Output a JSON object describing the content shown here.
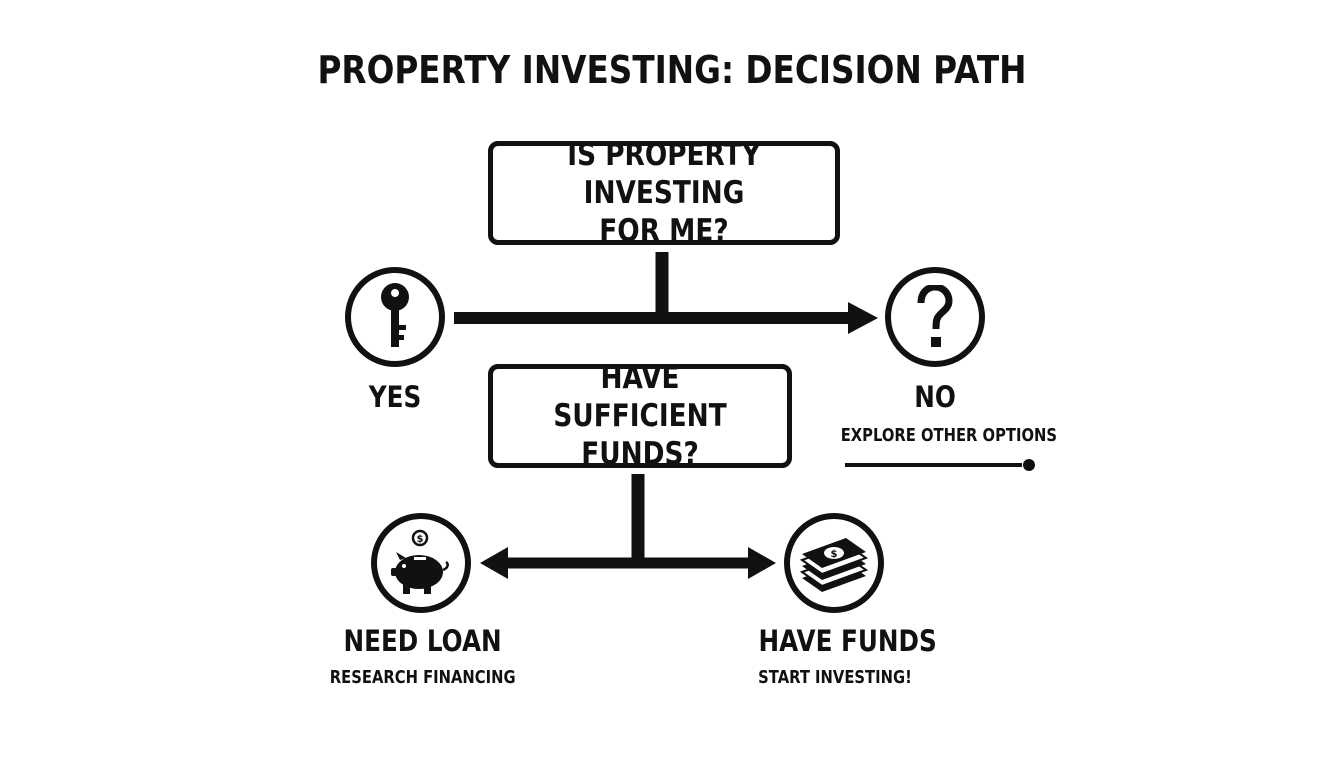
{
  "title": "PROPERTY INVESTING: DECISION PATH",
  "nodes": {
    "question1": "IS PROPERTY INVESTING\nFOR ME?",
    "question2": "HAVE SUFFICIENT\nFUNDS?"
  },
  "outcomes": {
    "yes": {
      "label": "YES",
      "icon": "key-icon"
    },
    "no": {
      "label": "NO",
      "sublabel": "EXPLORE OTHER OPTIONS",
      "icon": "question-mark-icon"
    },
    "need_loan": {
      "label": "NEED LOAN",
      "sublabel": "RESEARCH FINANCING",
      "icon": "piggy-bank-icon"
    },
    "have_funds": {
      "label": "HAVE FUNDS",
      "sublabel": "START INVESTING!",
      "icon": "money-stack-icon"
    }
  },
  "colors": {
    "ink": "#111111",
    "background": "#ffffff"
  }
}
